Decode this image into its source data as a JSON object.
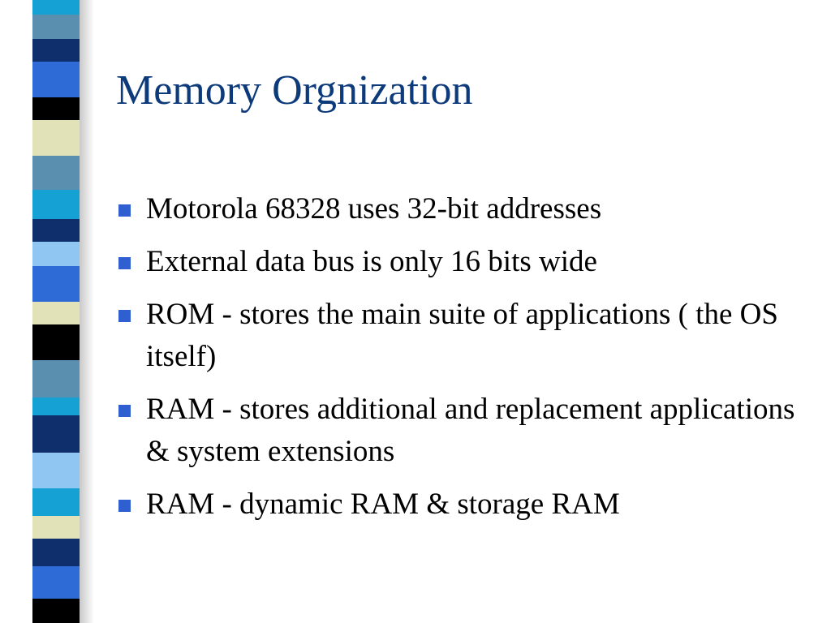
{
  "slide": {
    "title": "Memory Orgnization",
    "bullets": [
      "Motorola 68328 uses 32-bit addresses",
      "External data bus is only 16 bits wide",
      "ROM - stores the main suite of applications ( the OS itself)",
      "RAM - stores additional and replacement applications  & system extensions",
      "RAM - dynamic RAM & storage RAM"
    ]
  },
  "colors": {
    "title": "#0d3a7a",
    "bullet_marker": "#2f5fd0",
    "stripe_palette": [
      "#5a8fb0",
      "#0e2f6b",
      "#2e6bd6",
      "#000000",
      "#e2e2b8",
      "#16a1d4",
      "#8fc6f2"
    ]
  },
  "icons": {
    "bullet_marker": "square-bullet-icon"
  }
}
